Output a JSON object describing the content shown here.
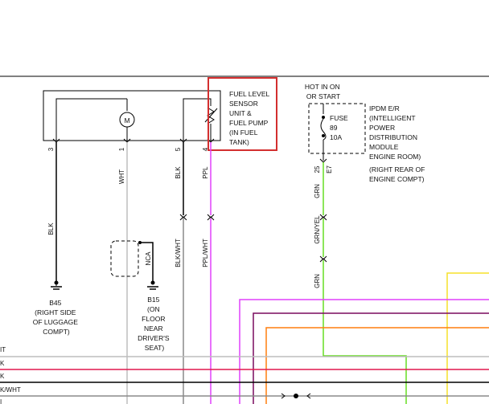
{
  "fuel_module": {
    "label_lines": [
      "FUEL LEVEL",
      "SENSOR",
      "UNIT &",
      "FUEL PUMP",
      "(IN FUEL",
      "TANK)"
    ],
    "motor_symbol": "M",
    "pins": [
      "3",
      "1",
      "5",
      "4"
    ]
  },
  "ipdm": {
    "hot_lines": [
      "HOT IN ON",
      "OR START"
    ],
    "fuse_lines": [
      "FUSE",
      "89",
      "10A"
    ],
    "label_lines": [
      "IPDM E/R",
      "(INTELLIGENT",
      "POWER",
      "DISTRIBUTION",
      "MODULE",
      "ENGINE ROOM)",
      "(RIGHT REAR OF",
      "ENGINE COMPT)"
    ],
    "pins": [
      "25",
      "E7"
    ]
  },
  "wires": {
    "blk": "BLK",
    "wht": "WHT",
    "blk2": "BLK",
    "ppl": "PPL",
    "grn": "GRN",
    "grn_yel": "GRN/YEL",
    "grn2": "GRN",
    "blk_wht": "BLK/WHT",
    "ppl_wht": "PPL/WHT",
    "nca": "NCA"
  },
  "grounds": {
    "b45": [
      "B45",
      "(RIGHT SIDE",
      "OF LUGGAGE",
      "COMPT)"
    ],
    "b15": [
      "B15",
      "(ON",
      "FLOOR",
      "NEAR",
      "DRIVER'S",
      "SEAT)"
    ]
  },
  "edge_labels": [
    "IT",
    "K",
    "K",
    "K/WHT",
    "I"
  ],
  "colors": {
    "highlight": "#d32f2f",
    "blk": "#000000",
    "wht": "#bdbdbd",
    "ppl": "#e040fb",
    "grn": "#66dd22",
    "yellow": "#f5e02a",
    "purple": "#7a0a5e",
    "orange": "#ff7f0e",
    "red": "#e0194f",
    "gray": "#8a8a8a"
  }
}
